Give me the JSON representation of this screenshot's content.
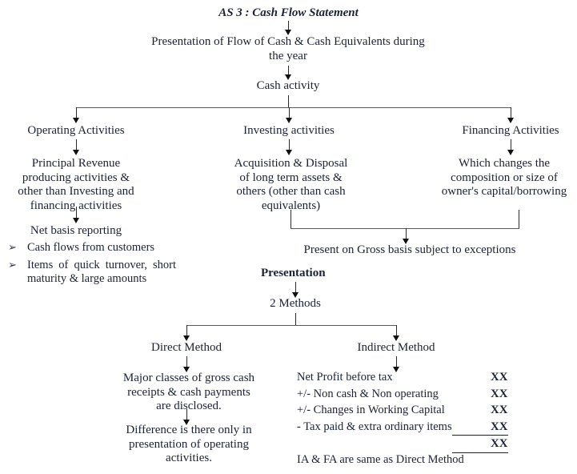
{
  "title": "AS 3 : Cash Flow Statement",
  "flow": {
    "presentation_line": "Presentation of Flow of Cash & Cash Equivalents during\nthe year",
    "cash_activity": "Cash activity",
    "branches": [
      {
        "heading": "Operating Activities",
        "detail": "Principal Revenue\nproducing activities &\nother than Investing and\nfinancing activities"
      },
      {
        "heading": "Investing activities",
        "detail": "Acquisition & Disposal\nof long term assets &\nothers (other than cash\nequivalents)"
      },
      {
        "heading": "Financing Activities",
        "detail": "Which changes the\ncomposition or size of\nowner's capital/borrowing"
      }
    ],
    "net_basis": "Net basis reporting",
    "net_basis_bullets": [
      "Cash flows from customers",
      "Items of quick turnover, short maturity & large amounts"
    ],
    "bullet_glyph": "➢",
    "gross_basis": "Present on Gross basis subject to exceptions",
    "presentation_label": "Presentation",
    "methods_count": "2 Methods",
    "methods": [
      {
        "name": "Direct Method",
        "blocks": [
          "Major classes of gross cash\nreceipts & cash payments\nare disclosed.",
          "Difference is there only in\npresentation of operating\nactivities."
        ]
      },
      {
        "name": "Indirect Method",
        "rows": [
          {
            "label": "Net Profit before tax",
            "amount": "XX",
            "ruled": false
          },
          {
            "label": "+/- Non cash & Non operating",
            "amount": "XX",
            "ruled": false
          },
          {
            "label": "+/- Changes in Working Capital",
            "amount": "XX",
            "ruled": false
          },
          {
            "label": "- Tax paid & extra ordinary items",
            "amount": "XX",
            "ruled": true
          },
          {
            "label": "",
            "amount": "XX",
            "ruled": true
          }
        ],
        "footnote": "IA & FA are same as Direct Method"
      }
    ]
  },
  "colors": {
    "text": "#1b2236",
    "connector": "#2a2a2a",
    "background": "#ffffff"
  }
}
